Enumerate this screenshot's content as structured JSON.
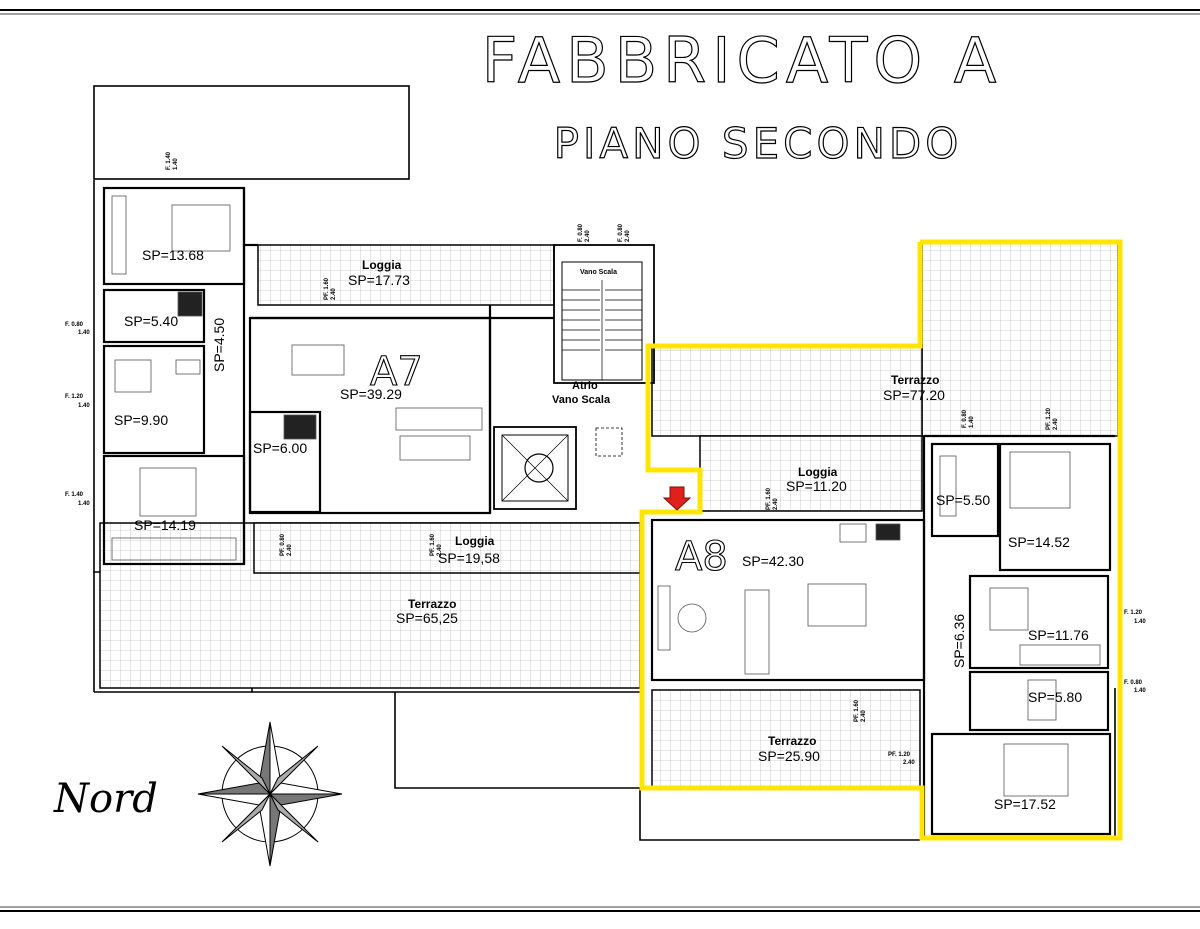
{
  "title": "FABBRICATO A",
  "subtitle": "PIANO SECONDO",
  "north_label": "Nord",
  "colors": {
    "highlight": "#ffe500",
    "marker": "#e0201a",
    "line": "#000000",
    "tile": "#9a9a9a"
  },
  "units": {
    "a7": "A7",
    "a8": "A8"
  },
  "rooms": {
    "a7_bedroom_top": "SP=13.68",
    "a7_bath_1": "SP=5.40",
    "a7_corridor": "SP=4.50",
    "a7_bedroom_2": "SP=9.90",
    "a7_bedroom_3": "SP=14.19",
    "a7_bath_2": "SP=6.00",
    "a7_living": "SP=39.29",
    "a8_living": "SP=42.30",
    "a8_bath_1": "SP=5.50",
    "a8_bedroom_1": "SP=14.52",
    "a8_corridor": "SP=6.36",
    "a8_bedroom_2": "SP=11.76",
    "a8_bath_2": "SP=5.80",
    "a8_bedroom_3": "SP=17.52"
  },
  "outdoor": {
    "loggia_label": "Loggia",
    "terrazzo_label": "Terrazzo",
    "loggia_top": "SP=17.73",
    "loggia_a7_bottom": "SP=19,58",
    "loggia_a8": "SP=11.20",
    "terrazzo_large": "SP=65,25",
    "terrazzo_a8_top": "SP=77.20",
    "terrazzo_a8_bottom": "SP=25.90"
  },
  "stair": {
    "vano_label": "Vano Scala",
    "atrio_label": "Atrio",
    "atrio_vano_label": "Vano Scala"
  },
  "window_dims": {
    "f_140_a": "F. 1.40",
    "f_140_b": "1.40",
    "f_080": "F. 0.80",
    "f_240": "2.40",
    "f_120": "F. 1.20",
    "f_140_c": "F. 1.40",
    "pf_160": "PF. 1.60",
    "pf_080": "PF. 0.80",
    "pf_120": "PF. 1.20",
    "dim_140": "1.40",
    "dim_240": "2.40"
  }
}
